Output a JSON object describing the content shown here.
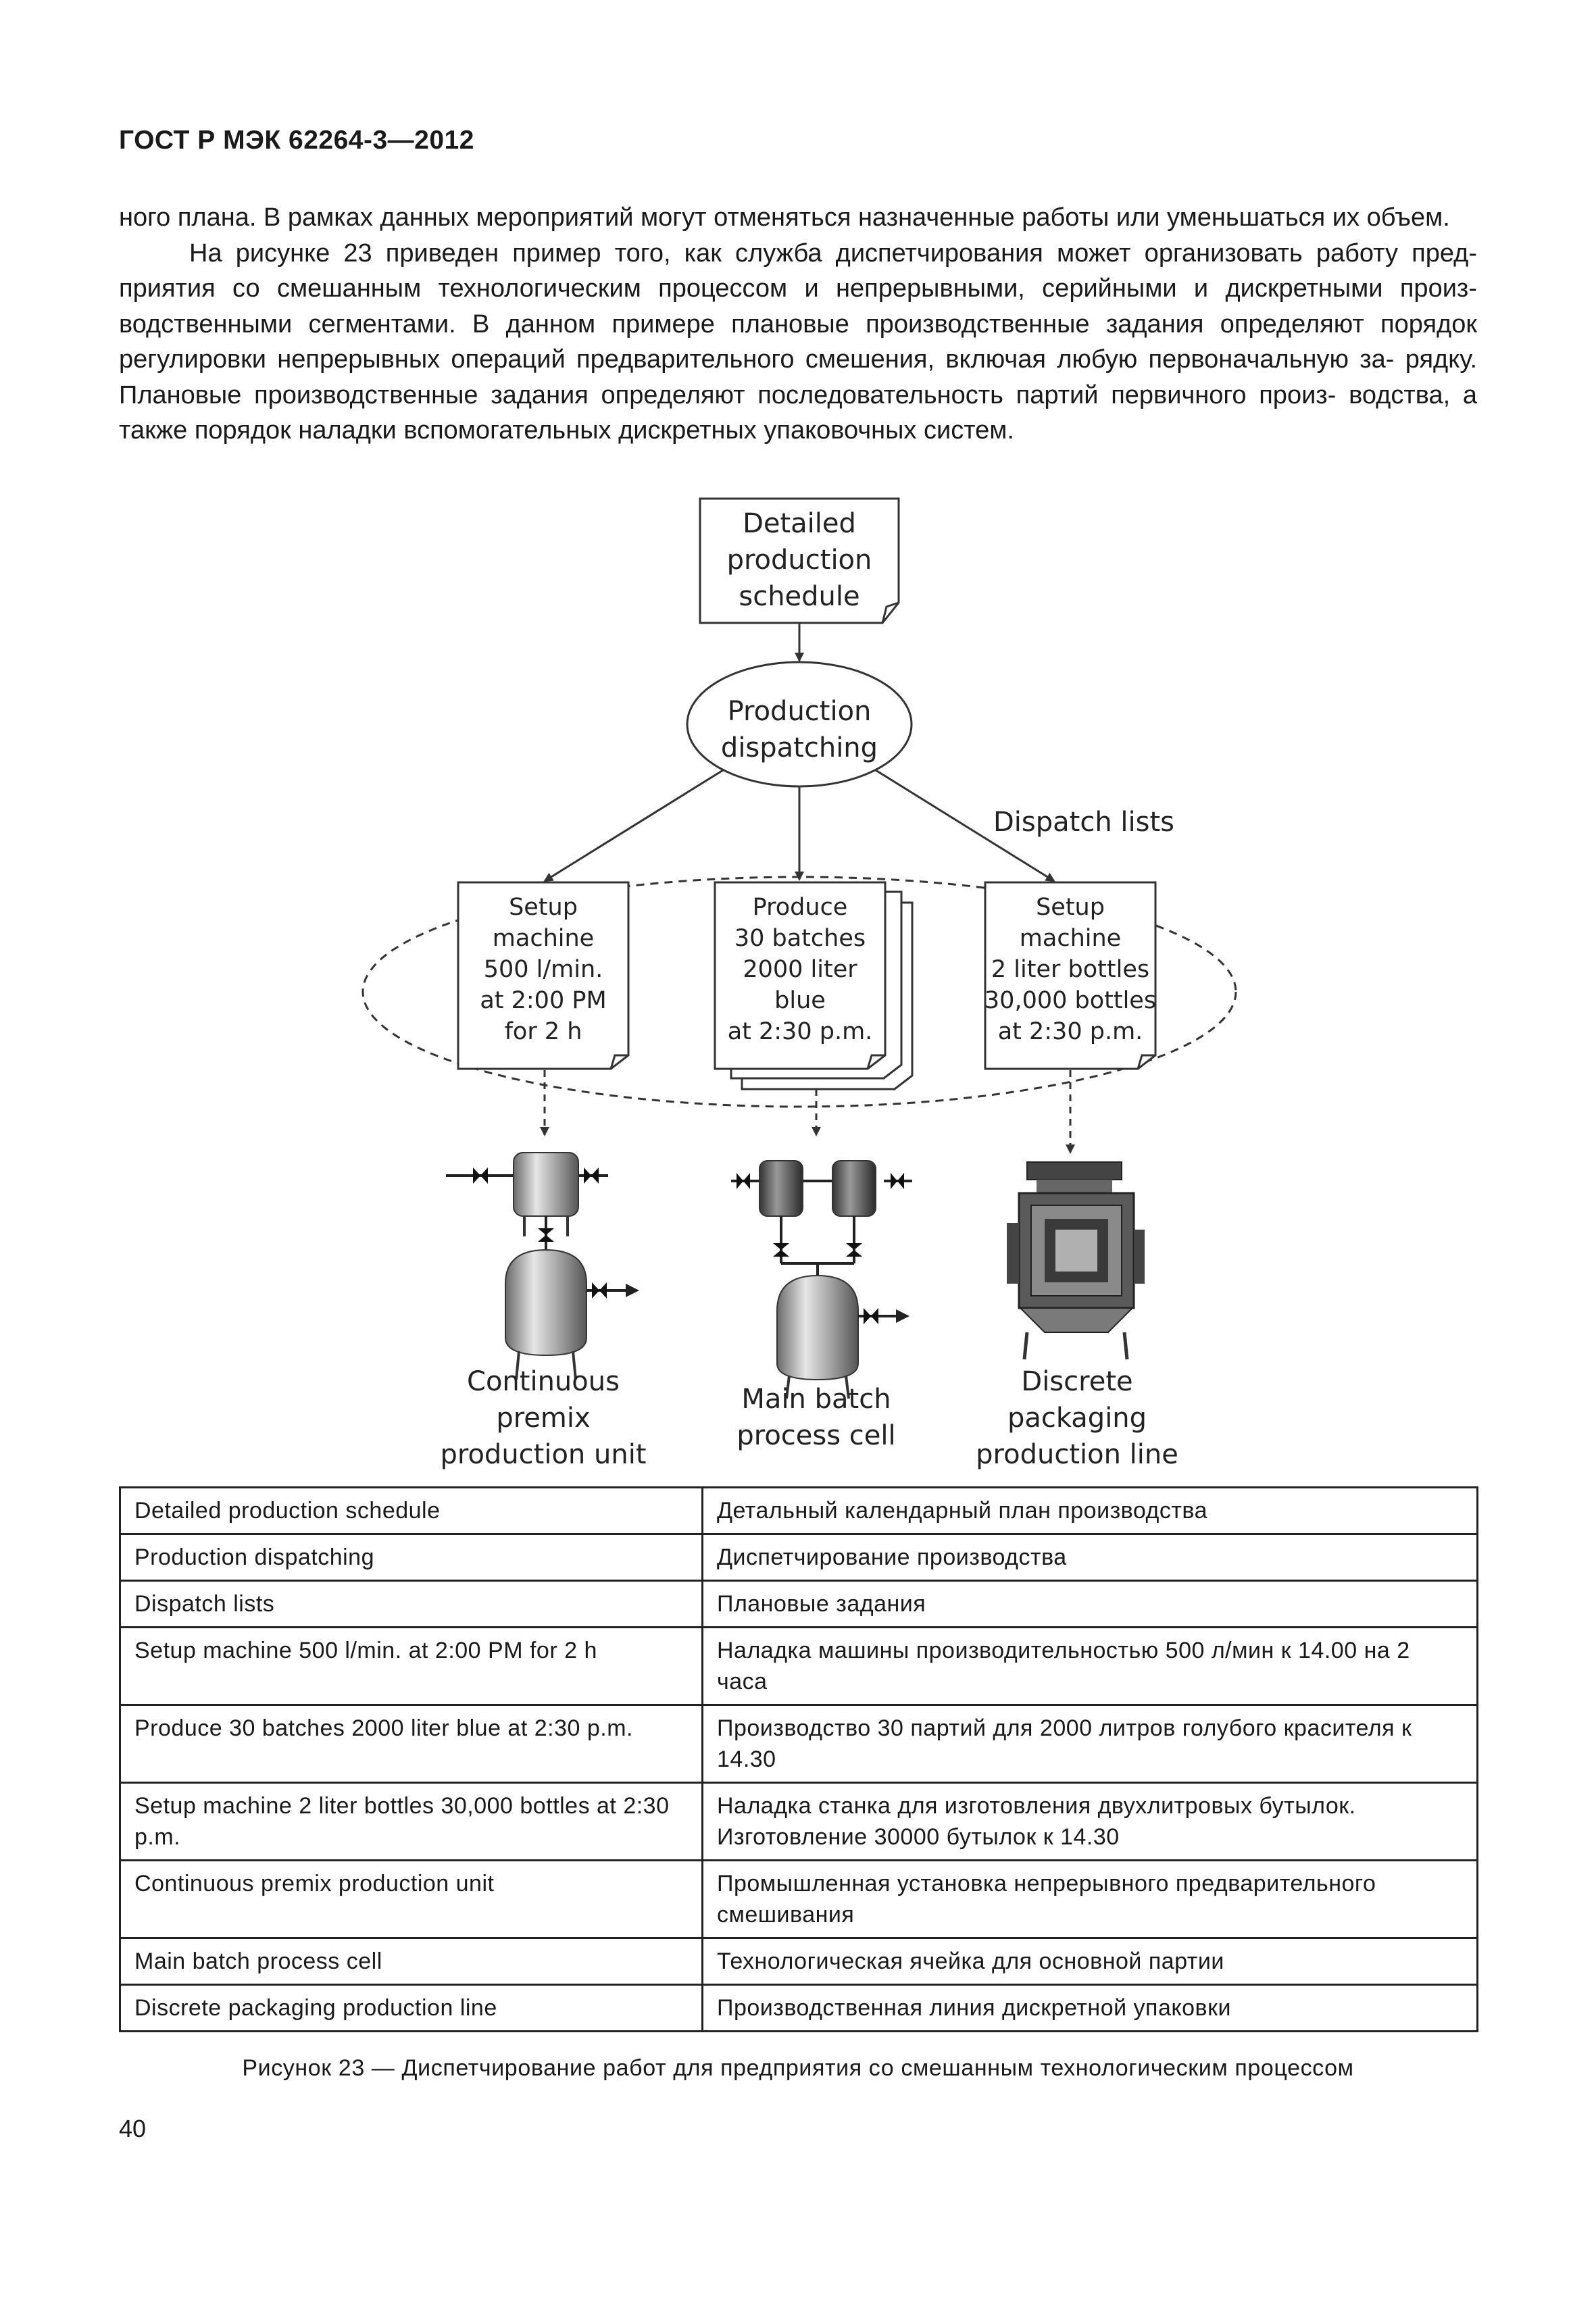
{
  "header": {
    "title": "ГОСТ Р МЭК 62264-3—2012"
  },
  "body_text": {
    "paragraph_1_lines": [
      "ного плана. В рамках данных мероприятий могут отменяться назначенные работы или уменьшаться их",
      "объем."
    ],
    "paragraph_2_lines": [
      "На рисунке 23 приведен пример того, как служба диспетчирования может организовать работу пред-",
      "приятия со смешанным технологическим процессом и непрерывными, серийными и дискретными произ-",
      "водственными сегментами. В данном примере плановые производственные задания определяют порядок",
      "регулировки непрерывных операций предварительного смешения, включая любую первоначальную за-",
      "рядку. Плановые производственные задания определяют последовательность партий первичного произ-",
      "водства, а также порядок наладки вспомогательных дискретных упаковочных систем."
    ]
  },
  "figure": {
    "schedule_box": [
      "Detailed",
      "production",
      "schedule"
    ],
    "dispatch_ellipse": [
      "Production",
      "dispatching"
    ],
    "dispatch_lists_label": "Dispatch lists",
    "list_left": [
      "Setup",
      "machine",
      "500 l/min.",
      "at 2:00 PM",
      "for 2 h"
    ],
    "list_middle": [
      "Produce",
      "30 batches",
      "2000 liter",
      "blue",
      "at 2:30 p.m."
    ],
    "list_right": [
      "Setup",
      "machine",
      "2 liter bottles",
      "30,000 bottles",
      "at 2:30 p.m."
    ],
    "unit_left_label": [
      "Continuous",
      "premix",
      "production unit"
    ],
    "unit_middle_label": [
      "Main batch",
      "process cell"
    ],
    "unit_right_label": [
      "Discrete",
      "packaging",
      "production line"
    ]
  },
  "table": {
    "rows": [
      {
        "en": "Detailed production schedule",
        "ru": "Детальный календарный план производства"
      },
      {
        "en": "Production dispatching",
        "ru": "Диспетчирование производства"
      },
      {
        "en": "Dispatch lists",
        "ru": "Плановые задания"
      },
      {
        "en": "Setup machine 500 l/min. at 2:00 PM for 2 h",
        "ru": "Наладка машины производительностью 500 л/мин к 14.00 на 2 часа"
      },
      {
        "en": "Produce 30 batches 2000 liter blue at 2:30 p.m.",
        "ru": "Производство 30 партий для 2000 литров голубого красителя к 14.30"
      },
      {
        "en": "Setup machine 2 liter bottles 30,000 bottles at 2:30 p.m.",
        "ru": "Наладка станка для изготовления двухлитровых бутылок. Изготовление 30000 бутылок к 14.30"
      },
      {
        "en": "Continuous premix production unit",
        "ru": "Промышленная установка непрерывного предварительного смешивания"
      },
      {
        "en": "Main batch process cell",
        "ru": "Технологическая ячейка для основной партии"
      },
      {
        "en": "Discrete packaging production line",
        "ru": "Производственная линия дискретной упаковки"
      }
    ]
  },
  "caption": "Рисунок 23 — Диспетчирование работ для предприятия со смешанным технологическим процессом",
  "page_number": "40"
}
